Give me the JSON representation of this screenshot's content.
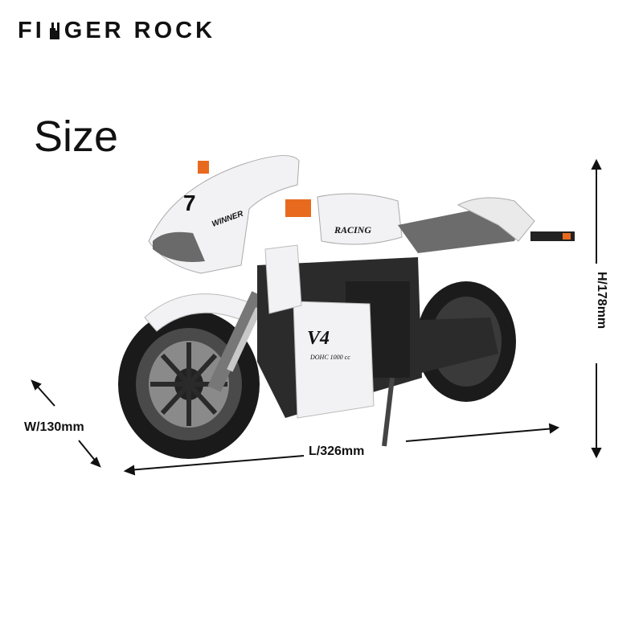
{
  "brand": {
    "name_left": "FI",
    "name_right": "GER ROCK"
  },
  "title": "Size",
  "dimensions": {
    "width": "W/130mm",
    "length": "L/326mm",
    "height": "H/178mm"
  },
  "product": {
    "number_label": "7",
    "fairing_text": "WINNER",
    "tank_text": "RACING",
    "engine_text": "V4",
    "engine_sub": "DOHC 1000 cc"
  },
  "colors": {
    "body": "#f2f2f4",
    "dark": "#1a1a1a",
    "accent": "#e86a1e",
    "frame": "#2b2b2b"
  }
}
